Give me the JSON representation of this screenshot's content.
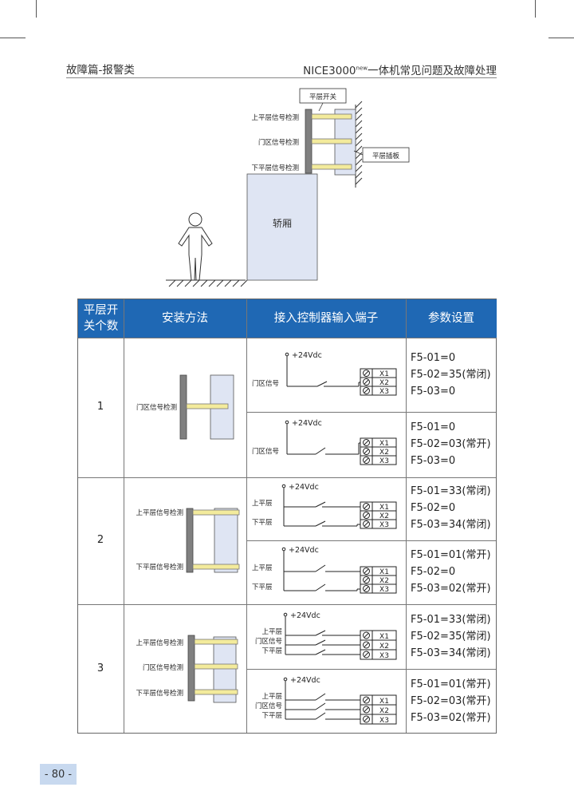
{
  "header": {
    "left": "故障篇-报警类",
    "right_prefix": "NICE3000",
    "right_sup": "new",
    "right_suffix": "一体机常见问题及故障处理"
  },
  "figure": {
    "switch_label": "平层开关",
    "up_label": "上平层信号检测",
    "door_label": "门区信号检测",
    "down_label": "下平层信号检测",
    "plate_label": "平层插板",
    "car_label": "轿厢"
  },
  "table": {
    "headers": [
      "平层开\n关个数",
      "安装方法",
      "接入控制器输入端子",
      "参数设置"
    ],
    "groups": [
      {
        "count": "1",
        "install_labels": [
          "门区信号检测"
        ],
        "rows": [
          {
            "params": "F5-01=0\nF5-02=35(常闭)\nF5-03=0",
            "signals": [
              "门区信号"
            ],
            "supply": "+24Vdc"
          },
          {
            "params": "F5-01=0\nF5-02=03(常开)\nF5-03=0",
            "signals": [
              "门区信号"
            ],
            "supply": "+24Vdc"
          }
        ]
      },
      {
        "count": "2",
        "install_labels": [
          "上平层信号检测",
          "下平层信号检测"
        ],
        "rows": [
          {
            "params": "F5-01=33(常闭)\nF5-02=0\nF5-03=34(常闭)",
            "signals": [
              "上平层",
              "下平层"
            ],
            "supply": "+24Vdc"
          },
          {
            "params": "F5-01=01(常开)\nF5-02=0\nF5-03=02(常开)",
            "signals": [
              "上平层",
              "下平层"
            ],
            "supply": "+24Vdc"
          }
        ]
      },
      {
        "count": "3",
        "install_labels": [
          "上平层信号检测",
          "门区信号检测",
          "下平层信号检测"
        ],
        "rows": [
          {
            "params": "F5-01=33(常闭)\nF5-02=35(常闭)\nF5-03=34(常闭)",
            "signals": [
              "上平层",
              "门区信号",
              "下平层"
            ],
            "supply": "+24Vdc"
          },
          {
            "params": "F5-01=01(常开)\nF5-02=03(常开)\nF5-03=02(常开)",
            "signals": [
              "上平层",
              "门区信号",
              "下平层"
            ],
            "supply": "+24Vdc"
          }
        ]
      }
    ],
    "terminals": [
      "X1",
      "X2",
      "X3"
    ]
  },
  "page_number": "- 80 -",
  "colors": {
    "header_blue": "#1f68b4",
    "page_tag": "#c8d9ef",
    "plate_yellow": "#f3eb9c",
    "car_fill": "#dfe5f3",
    "post_gray": "#808080"
  }
}
